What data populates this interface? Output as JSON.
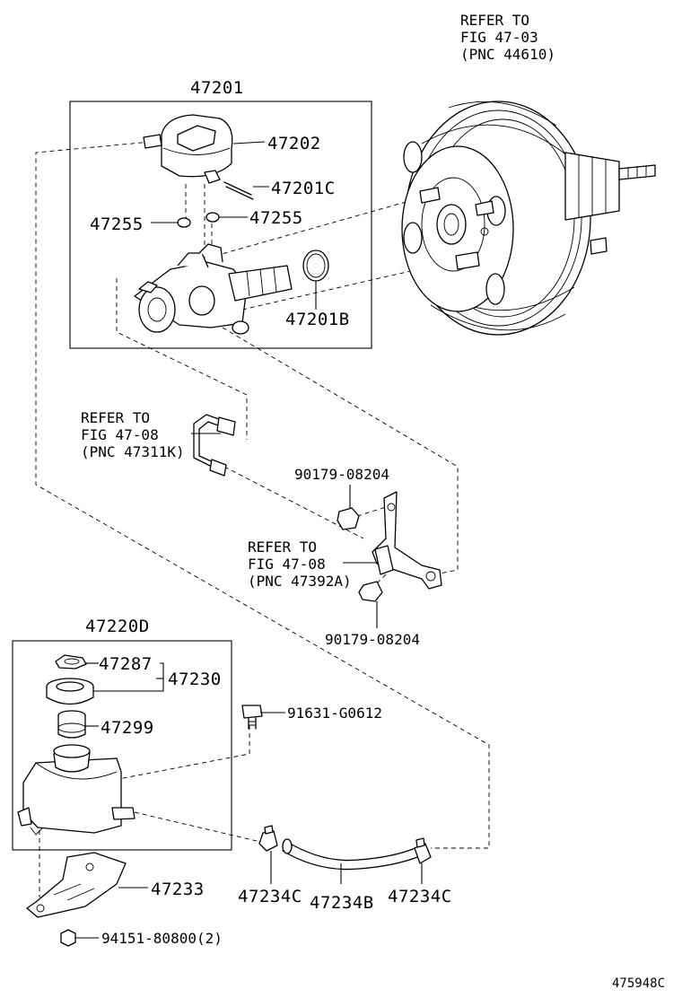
{
  "labels": {
    "assy": "47201",
    "reservoir_cap": "47202",
    "pin": "47201C",
    "grommet_left": "47255",
    "grommet_right": "47255",
    "o_ring": "47201B",
    "tank_assy": "47220D",
    "cap_ring": "47287",
    "cap_group": "47230",
    "strainer": "47299",
    "bracket_tank": "47233",
    "clip_left": "47234C",
    "hose": "47234B",
    "clip_right": "47234C",
    "bolt_tank": "91631-G0612",
    "nut_bottom": "94151-80800(2)",
    "nut_top": "90179-08204",
    "nut_lower": "90179-08204",
    "figure_code": "475948C"
  },
  "refs": {
    "booster": [
      "REFER TO",
      "FIG 47-03",
      "(PNC 44610)"
    ],
    "tube": [
      "REFER TO",
      "FIG 47-08",
      "(PNC 47311K)"
    ],
    "bracket": [
      "REFER TO",
      "FIG 47-08",
      "(PNC 47392A)"
    ]
  }
}
